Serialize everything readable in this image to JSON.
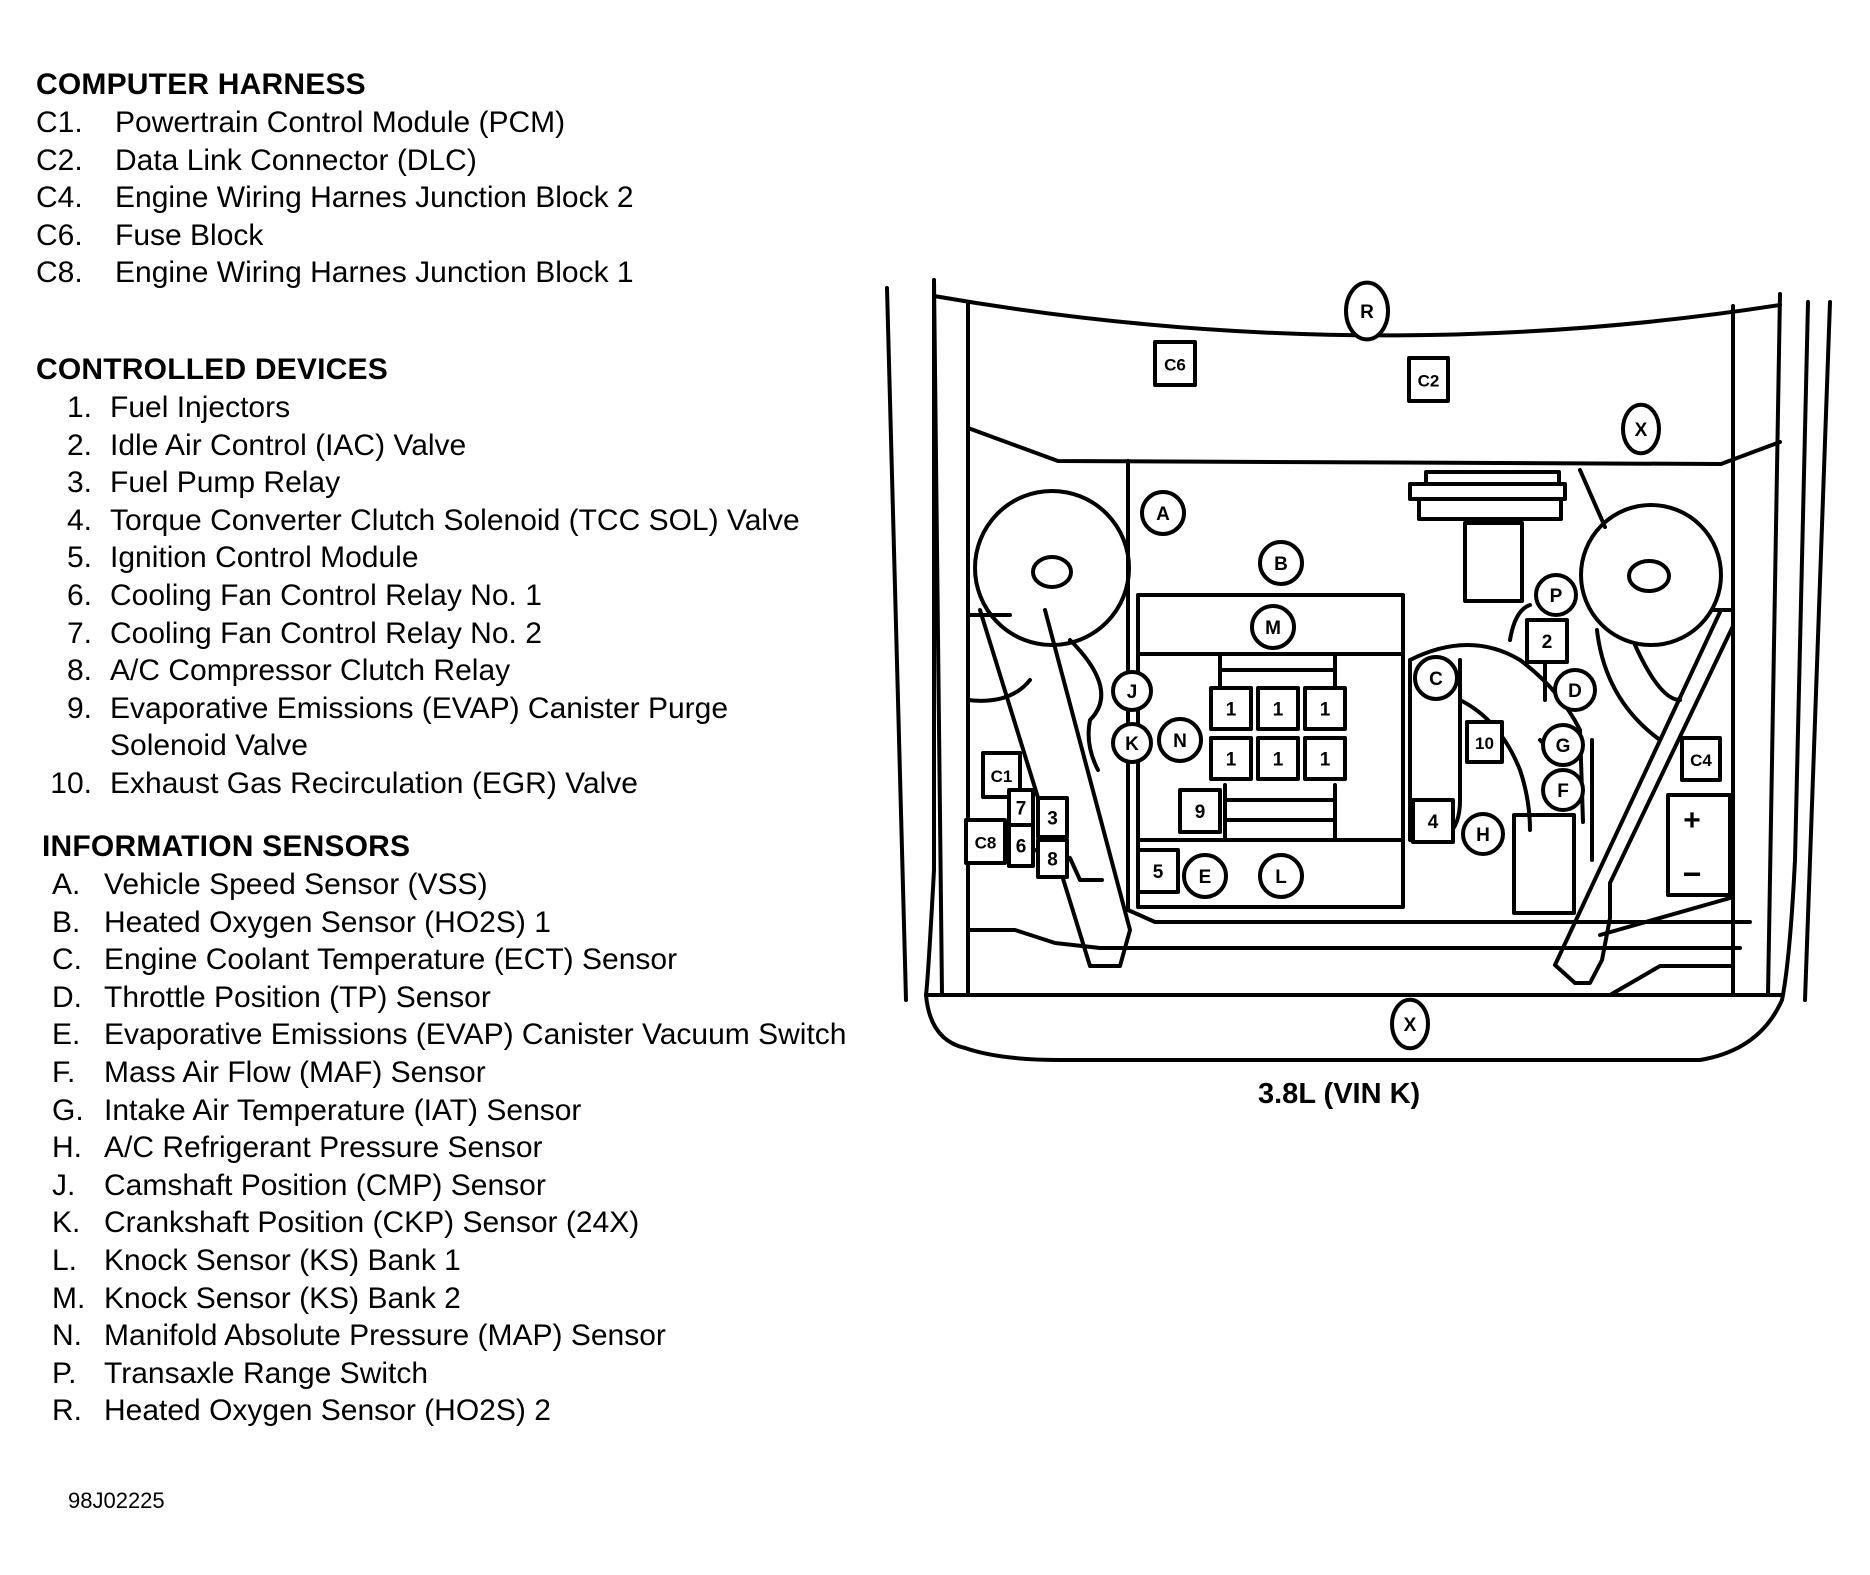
{
  "sections": {
    "harness": {
      "title": "COMPUTER HARNESS",
      "items": [
        {
          "code": "C1.",
          "text": "Powertrain Control Module (PCM)"
        },
        {
          "code": "C2.",
          "text": "Data Link Connector (DLC)"
        },
        {
          "code": "C4.",
          "text": "Engine Wiring Harnes Junction Block 2"
        },
        {
          "code": "C6.",
          "text": "Fuse Block"
        },
        {
          "code": "C8.",
          "text": "Engine Wiring Harnes Junction Block 1"
        }
      ]
    },
    "devices": {
      "title": "CONTROLLED DEVICES",
      "items": [
        {
          "code": "1.",
          "text": "Fuel Injectors"
        },
        {
          "code": "2.",
          "text": "Idle Air Control (IAC) Valve"
        },
        {
          "code": "3.",
          "text": "Fuel Pump Relay"
        },
        {
          "code": "4.",
          "text": "Torque Converter Clutch Solenoid (TCC SOL) Valve"
        },
        {
          "code": "5.",
          "text": "Ignition Control Module"
        },
        {
          "code": "6.",
          "text": "Cooling Fan Control Relay No. 1"
        },
        {
          "code": "7.",
          "text": "Cooling Fan Control Relay No. 2"
        },
        {
          "code": "8.",
          "text": "A/C Compressor Clutch Relay"
        },
        {
          "code": "9.",
          "text": "Evaporative Emissions (EVAP) Canister Purge"
        },
        {
          "code": "",
          "text": "Solenoid Valve"
        },
        {
          "code": "10.",
          "text": "Exhaust Gas Recirculation (EGR) Valve"
        }
      ]
    },
    "sensors": {
      "title": "INFORMATION SENSORS",
      "items": [
        {
          "code": "A.",
          "text": "Vehicle Speed Sensor (VSS)"
        },
        {
          "code": "B.",
          "text": "Heated Oxygen Sensor (HO2S) 1"
        },
        {
          "code": "C.",
          "text": "Engine Coolant Temperature (ECT) Sensor"
        },
        {
          "code": "D.",
          "text": "Throttle Position (TP) Sensor"
        },
        {
          "code": "E.",
          "text": "Evaporative Emissions (EVAP) Canister Vacuum Switch"
        },
        {
          "code": "F.",
          "text": "Mass Air Flow (MAF) Sensor"
        },
        {
          "code": "G.",
          "text": "Intake Air Temperature (IAT) Sensor"
        },
        {
          "code": "H.",
          "text": "A/C Refrigerant Pressure Sensor"
        },
        {
          "code": "J.",
          "text": "Camshaft Position (CMP) Sensor"
        },
        {
          "code": "K.",
          "text": "Crankshaft Position (CKP) Sensor (24X)"
        },
        {
          "code": "L.",
          "text": "Knock Sensor (KS) Bank 1"
        },
        {
          "code": "M.",
          "text": "Knock Sensor (KS) Bank 2"
        },
        {
          "code": "N.",
          "text": "Manifold Absolute Pressure (MAP) Sensor"
        },
        {
          "code": "P.",
          "text": "Transaxle Range Switch"
        },
        {
          "code": "R.",
          "text": "Heated Oxygen Sensor (HO2S) 2"
        }
      ]
    }
  },
  "diagram": {
    "caption": "3.8L (VIN K)",
    "figure_code": "98J02225",
    "circle_labels": [
      "R",
      "X",
      "A",
      "B",
      "M",
      "C",
      "J",
      "K",
      "N",
      "P",
      "D",
      "G",
      "F",
      "H",
      "E",
      "L",
      "X"
    ],
    "box_labels": [
      "C6",
      "C2",
      "C1",
      "C8",
      "C4",
      "7",
      "3",
      "6",
      "8",
      "9",
      "5",
      "4",
      "10",
      "2",
      "1",
      "1",
      "1",
      "1",
      "1",
      "1"
    ],
    "battery_terminals": {
      "positive": "+",
      "negative": "−"
    }
  }
}
